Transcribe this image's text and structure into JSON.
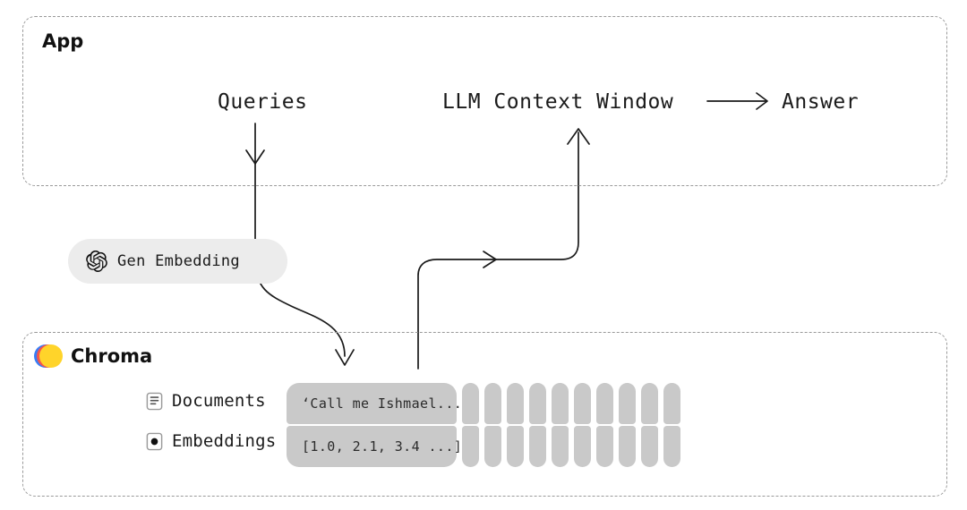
{
  "app": {
    "title": "App",
    "queries_label": "Queries",
    "llm_label": "LLM Context Window",
    "answer_label": "Answer"
  },
  "gen_embedding": {
    "label": "Gen Embedding",
    "icon": "openai-logo-icon"
  },
  "chroma": {
    "title": "Chroma",
    "logo": "chroma-logo-icon",
    "logo_colors": [
      "#3a7df5",
      "#f7554a",
      "#ffd42a"
    ],
    "rows": [
      {
        "icon": "document-icon",
        "label": "Documents",
        "value": "‘Call me Ishmael..."
      },
      {
        "icon": "embedding-dot-icon",
        "label": "Embeddings",
        "value": "[1.0, 2.1, 3.4 ...]"
      }
    ],
    "pill_columns": 10,
    "pill_rows": 2,
    "pill_color": "#c9c9c9"
  },
  "arrows": {
    "queries_down": "Queries flows down from App into Gen Embedding and on into Chroma",
    "retrieve_up": "Results flow up from Chroma back into LLM Context Window",
    "answer_right": "LLM Context Window produces Answer"
  },
  "colors": {
    "background": "#ffffff",
    "stroke": "#1a1a1a",
    "dashed_border": "#9a9a9a",
    "pill_bg": "#ececec",
    "value_bg": "#c9c9c9"
  }
}
